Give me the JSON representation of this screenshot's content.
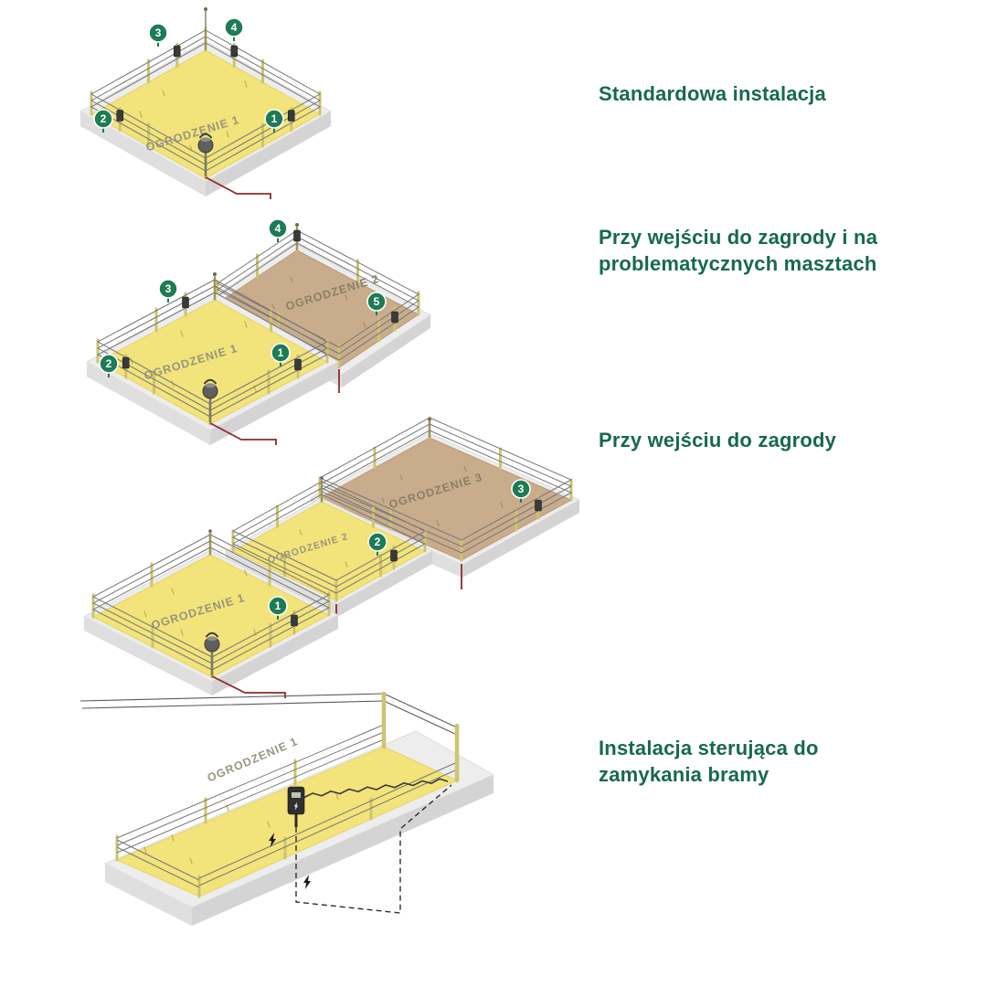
{
  "palette": {
    "heading_green": "#166a4b",
    "badge_green": "#1d7b55",
    "field_yellow": "#f2e47b",
    "field_brown": "#c9ac8b",
    "platform_gray": "#ededed",
    "ground_wire_red": "#8e2a28",
    "post_yellow": "#cdc46e"
  },
  "sections": [
    {
      "id": "standard",
      "title": "Standardowa instalacja",
      "fences": [
        {
          "label": "OGRODZENIE 1",
          "color": "yellow"
        }
      ],
      "markers": [
        "1",
        "2",
        "3",
        "4"
      ]
    },
    {
      "id": "entrance-and-masts",
      "title": "Przy wejściu do zagrody i na problematycznych masztach",
      "fences": [
        {
          "label": "OGRODZENIE 1",
          "color": "yellow"
        },
        {
          "label": "OGRODZENIE 2",
          "color": "brown"
        }
      ],
      "markers": [
        "1",
        "2",
        "3",
        "4",
        "5"
      ]
    },
    {
      "id": "entrance",
      "title": "Przy wejściu do zagrody",
      "fences": [
        {
          "label": "OGRODZENIE 1",
          "color": "yellow"
        },
        {
          "label": "OGRODZENIE 2",
          "color": "yellow"
        },
        {
          "label": "OGRODZENIE 3",
          "color": "brown"
        }
      ],
      "markers": [
        "1",
        "2",
        "3"
      ]
    },
    {
      "id": "gate-control",
      "title": "Instalacja sterująca do zamykania bramy",
      "fences": [
        {
          "label": "OGRODZENIE 1",
          "color": "yellow"
        }
      ],
      "markers": []
    }
  ]
}
